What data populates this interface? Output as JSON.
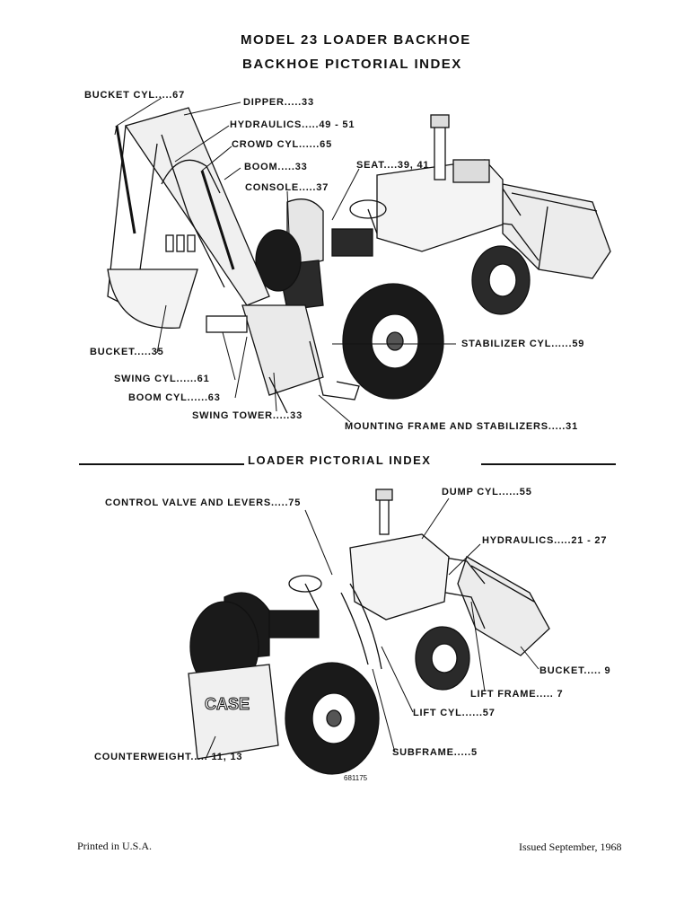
{
  "header": {
    "title": "MODEL 23 LOADER BACKHOE",
    "subtitle": "BACKHOE PICTORIAL INDEX"
  },
  "backhoe": {
    "image_alt": "backhoe-illustration",
    "labels": {
      "bucket_cyl": "BUCKET CYL.....67",
      "dipper": "DIPPER.....33",
      "hydraulics": "HYDRAULICS.....49 - 51",
      "crowd_cyl": "CROWD CYL......65",
      "boom": "BOOM.....33",
      "seat": "SEAT....39, 41",
      "console": "CONSOLE.....37",
      "bucket": "BUCKET.....35",
      "stabilizer_cyl": "STABILIZER CYL......59",
      "swing_cyl": "SWING CYL......61",
      "boom_cyl": "BOOM CYL......63",
      "swing_tower": "SWING TOWER.....33",
      "mounting_frame": "MOUNTING FRAME AND STABILIZERS.....31"
    }
  },
  "loader": {
    "section_title": "LOADER PICTORIAL INDEX",
    "labels": {
      "control_valve": "CONTROL VALVE AND LEVERS.....75",
      "dump_cyl": "DUMP CYL......55",
      "hydraulics": "HYDRAULICS.....21 - 27",
      "bucket": "BUCKET..... 9",
      "lift_frame": "LIFT FRAME..... 7",
      "lift_cyl": "LIFT CYL......57",
      "subframe": "SUBFRAME.....5",
      "counterweight": "COUNTERWEIGHT..... 11, 13"
    },
    "part_number": "681175"
  },
  "footer": {
    "left": "Printed in U.S.A.",
    "right": "Issued September, 1968"
  }
}
